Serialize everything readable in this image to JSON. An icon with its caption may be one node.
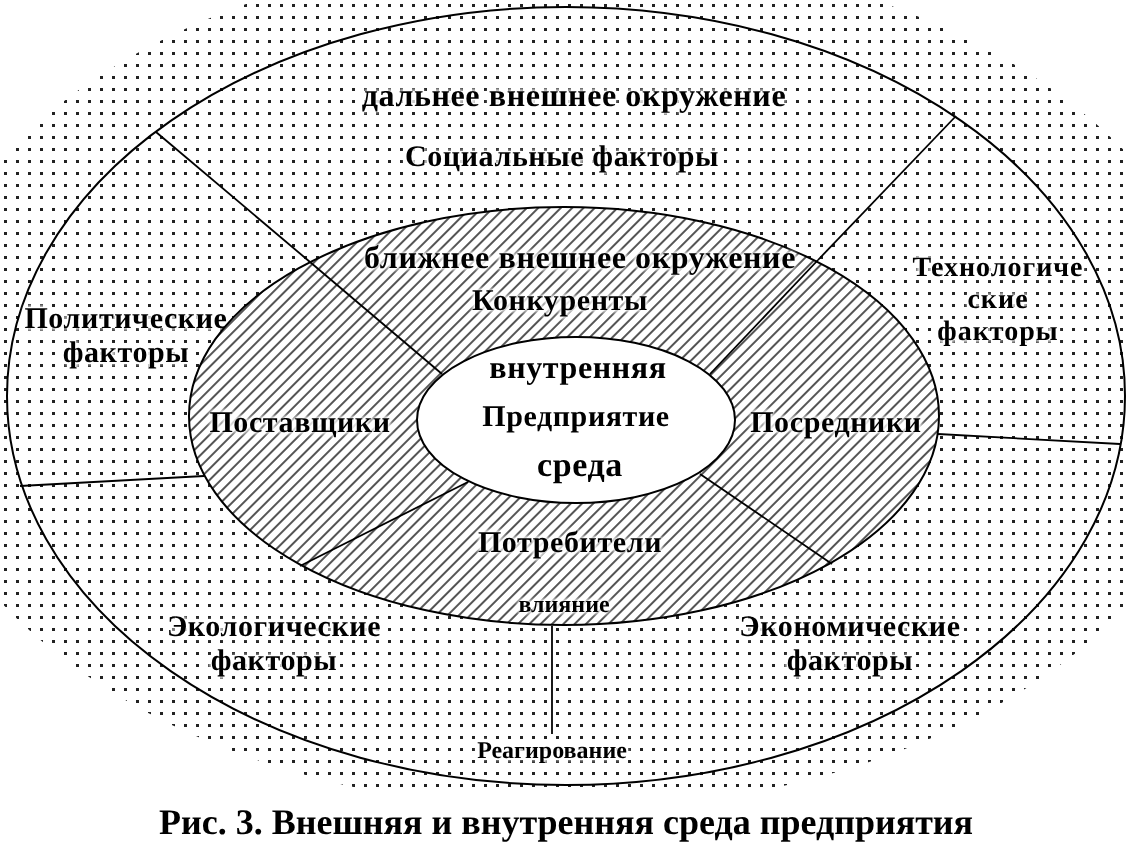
{
  "diagram": {
    "caption": "Рис. 3. Внешняя и внутренняя среда предприятия",
    "nodes": [
      {
        "text": [
          "дальнее внешнее окружение",
          "Социальные факторы",
          "Политические факторы",
          "Технологические факторы",
          "Экологические факторы",
          "Экономические факторы",
          "Реагирование"
        ]
      },
      {
        "text": [
          "ближнее внешнее окружение",
          "Конкуренты",
          "Поставщики",
          "Посредники",
          "Потребители",
          "влияние"
        ],
        "in": 0
      },
      {
        "text": [
          "внутренняя",
          "Предприятие",
          "среда"
        ],
        "in": 1
      }
    ]
  }
}
